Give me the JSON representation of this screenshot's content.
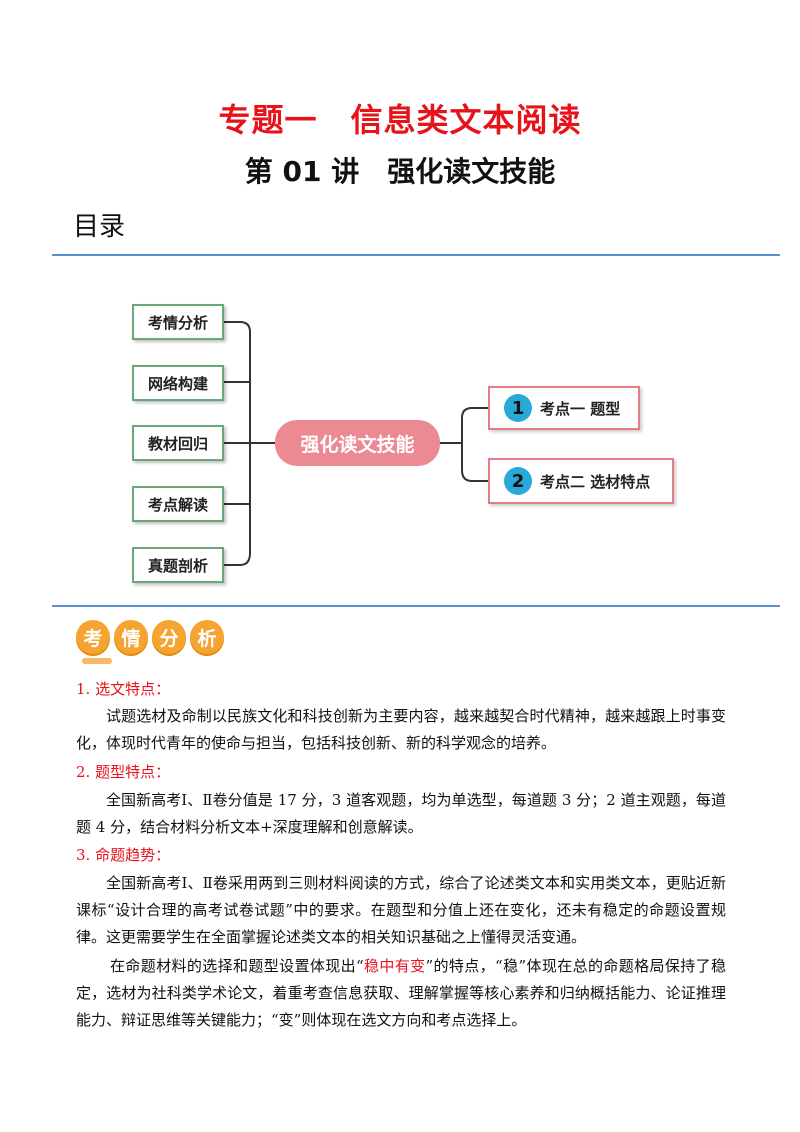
{
  "header": {
    "title": "专题一　信息类文本阅读",
    "subtitle": "第 01 讲　强化读文技能",
    "toc_label": "目录"
  },
  "mindmap": {
    "left_nodes": [
      "考情分析",
      "网络构建",
      "教材回归",
      "考点解读",
      "真题剖析"
    ],
    "center": "强化读文技能",
    "right_nodes": [
      {
        "num": "1",
        "label": "考点一 题型"
      },
      {
        "num": "2",
        "label": "考点二 选材特点"
      }
    ],
    "colors": {
      "left_border": "#6aa87a",
      "center_fill": "#ec8a94",
      "right_border": "#e07d86",
      "circle": "#29a9d8"
    }
  },
  "section_banner": [
    "考",
    "情",
    "分",
    "析"
  ],
  "sections": [
    {
      "heading": "1.  选文特点：",
      "text": "试题选材及命制以民族文化和科技创新为主要内容，越来越契合时代精神，越来越跟上时事变化，体现时代青年的使命与担当，包括科技创新、新的科学观念的培养。"
    },
    {
      "heading": "2.  题型特点：",
      "text": "全国新高考Ⅰ、Ⅱ卷分值是 17 分，3 道客观题，均为单选型，每道题 3 分；2 道主观题，每道题 4 分，结合材料分析文本+深度理解和创意解读。"
    },
    {
      "heading": "3.  命题趋势：",
      "text": "全国新高考Ⅰ、Ⅱ卷采用两到三则材料阅读的方式，综合了论述类文本和实用类文本，更贴近新课标“设计合理的高考试卷试题”中的要求。在题型和分值上还在变化，还未有稳定的命题设置规律。这更需要学生在全面掌握论述类文本的相关知识基础之上懂得灵活变通。"
    }
  ],
  "last_para": {
    "before": "在命题材料的选择和题型设置体现出“",
    "highlight": "稳中有变",
    "after": "”的特点，“稳”体现在总的命题格局保持了稳定，选材为社科类学术论文，着重考查信息获取、理解掌握等核心素养和归纳概括能力、论证推理能力、辩证思维等关键能力；“变”则体现在选文方向和考点选择上。"
  }
}
